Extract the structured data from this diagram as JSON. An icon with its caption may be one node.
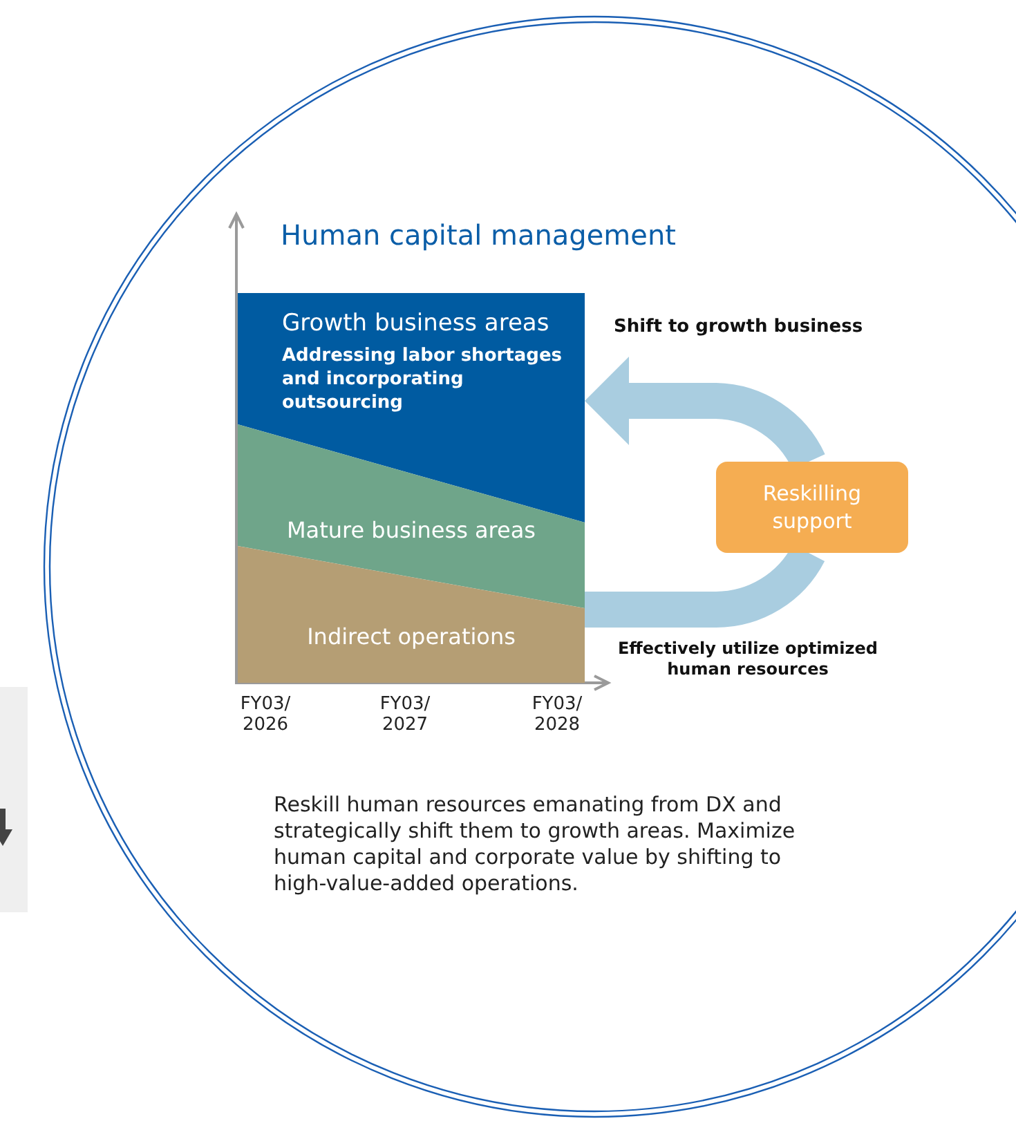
{
  "diagram": {
    "title": "Human capital management",
    "nodes": [
      {
        "text": [
          "Growth business areas",
          "Addressing labor shortages and incorporating outsourcing"
        ]
      },
      {
        "text": [
          "Mature business areas"
        ]
      },
      {
        "text": [
          "Indirect operations"
        ]
      },
      {
        "text": [
          "Reskilling support"
        ]
      }
    ],
    "edges": [
      {
        "from": 2,
        "to": 3,
        "arrow": "none",
        "label": "Effectively utilize optimized human resources"
      },
      {
        "from": 3,
        "to": 0,
        "arrow": "to",
        "label": "Shift to growth business"
      }
    ],
    "labels": [
      "FY03/ 2026",
      "FY03/ 2027",
      "FY03/ 2028",
      "Reskill human resources emanating from DX and strategically shift them to growth areas. Maximize human capital and corporate value by shifting to high-value-added operations."
    ]
  }
}
